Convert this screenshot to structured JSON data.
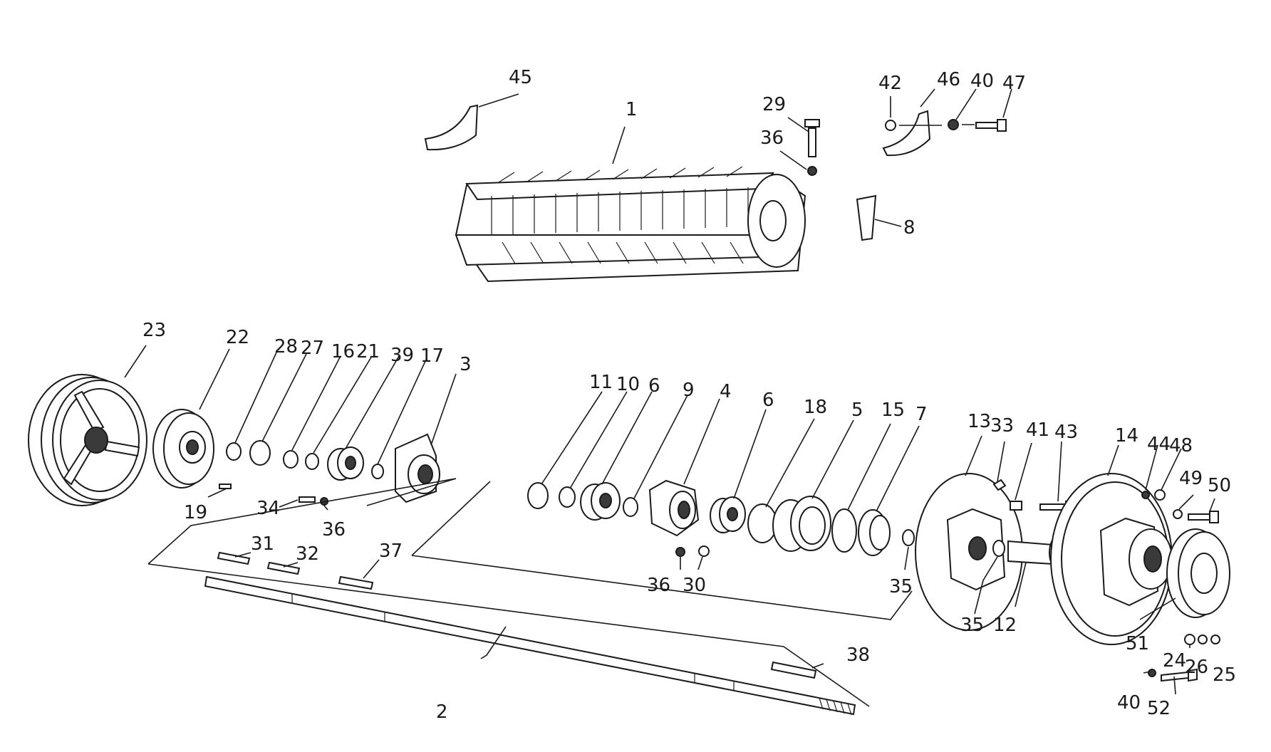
{
  "labels": {
    "p1": "1",
    "p2": "2",
    "p3": "3",
    "p4": "4",
    "p5": "5",
    "p6a": "6",
    "p6b": "6",
    "p7": "7",
    "p8": "8",
    "p9": "9",
    "p10": "10",
    "p11": "11",
    "p12": "12",
    "p13": "13",
    "p14": "14",
    "p15": "15",
    "p16": "16",
    "p17": "17",
    "p18": "18",
    "p19": "19",
    "p21": "21",
    "p22": "22",
    "p23": "23",
    "p24": "24",
    "p25": "25",
    "p26": "26",
    "p27": "27",
    "p28": "28",
    "p29": "29",
    "p30": "30",
    "p31": "31",
    "p32": "32",
    "p33": "33",
    "p34": "34",
    "p35a": "35",
    "p35b": "35",
    "p36a": "36",
    "p36b": "36",
    "p36c": "36",
    "p37": "37",
    "p38": "38",
    "p39": "39",
    "p40a": "40",
    "p40b": "40",
    "p41": "41",
    "p42": "42",
    "p43": "43",
    "p44": "44",
    "p45": "45",
    "p46": "46",
    "p47": "47",
    "p48": "48",
    "p49": "49",
    "p50": "50",
    "p51": "51",
    "p52": "52"
  }
}
